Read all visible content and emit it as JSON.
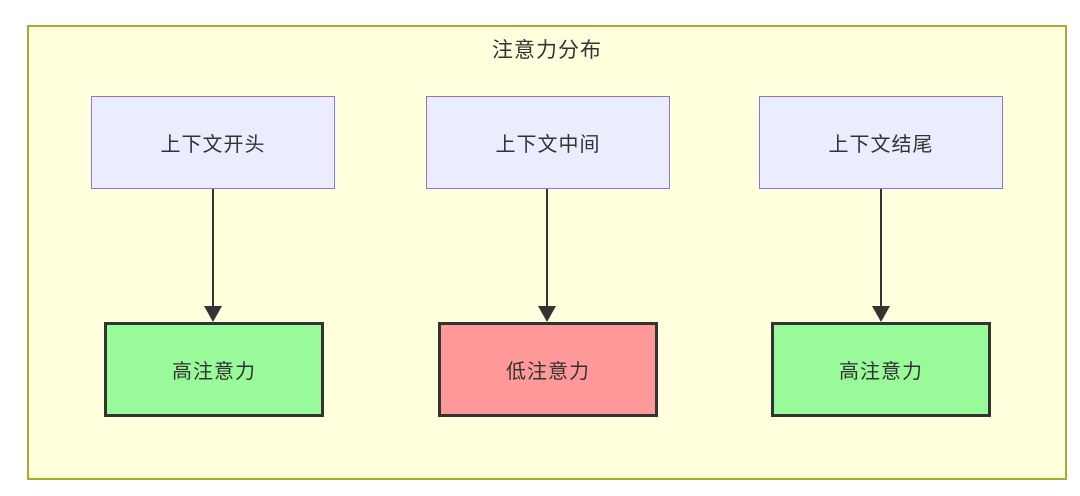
{
  "diagram": {
    "title": "注意力分布",
    "sources": [
      {
        "label": "上下文开头"
      },
      {
        "label": "上下文中间"
      },
      {
        "label": "上下文结尾"
      }
    ],
    "results": [
      {
        "label": "高注意力",
        "level": "high"
      },
      {
        "label": "低注意力",
        "level": "low"
      },
      {
        "label": "高注意力",
        "level": "high"
      }
    ],
    "edges": [
      {
        "from": "上下文开头",
        "to": "高注意力"
      },
      {
        "from": "上下文中间",
        "to": "低注意力"
      },
      {
        "from": "上下文结尾",
        "to": "高注意力"
      }
    ],
    "colors": {
      "canvas_background": "#ffffff",
      "container_fill": "#ffffde",
      "container_border": "#aaaa33",
      "source_node_fill": "#ececff",
      "source_node_border": "#9370db",
      "high_attention_fill": "#99fa99",
      "low_attention_fill": "#ff9999",
      "result_node_border": "#333333",
      "text": "#333333",
      "arrow": "#333333"
    }
  }
}
